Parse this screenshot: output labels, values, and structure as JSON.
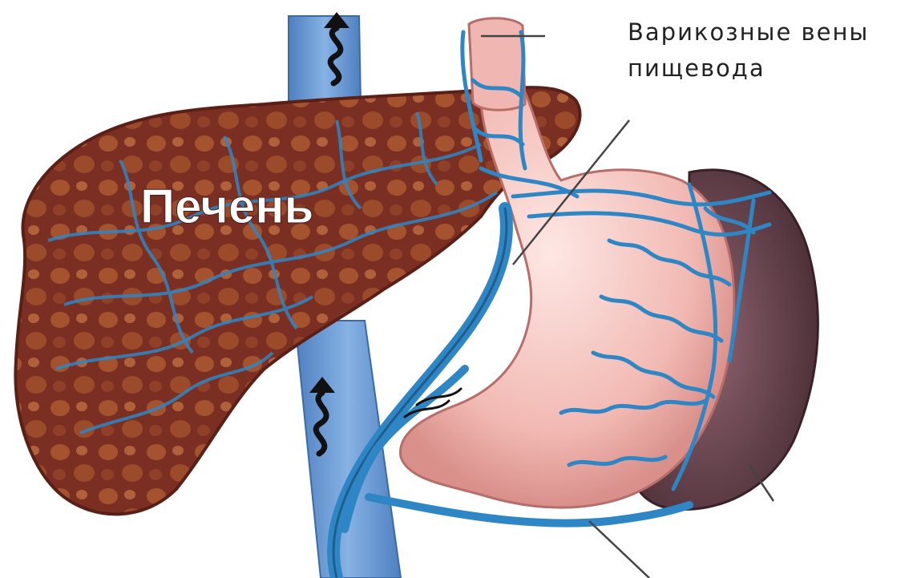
{
  "labels": {
    "liver": "Печень",
    "esophageal_varices_line1": "Варикозные вены",
    "esophageal_varices_line2": "пищевода"
  },
  "colors": {
    "liver": "#7a2f22",
    "liver_nodule": "#a5532e",
    "vessel": "#2f86c4",
    "vessel_dark": "#1f5d8f",
    "ivc": "#6f9fd6",
    "stomach": "#f3c1bd",
    "spleen": "#6e4a55",
    "leader_line": "#444444"
  }
}
